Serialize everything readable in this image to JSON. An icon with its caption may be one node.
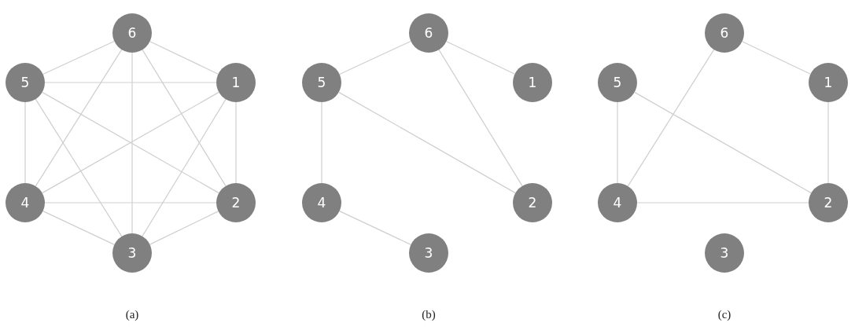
{
  "diagram": {
    "nodes": [
      {
        "text": [
          "6"
        ]
      },
      {
        "text": [
          "5"
        ]
      },
      {
        "text": [
          "1"
        ]
      },
      {
        "text": [
          "4"
        ]
      },
      {
        "text": [
          "2"
        ]
      },
      {
        "text": [
          "3"
        ]
      },
      {
        "text": [
          "6"
        ]
      },
      {
        "text": [
          "5"
        ]
      },
      {
        "text": [
          "1"
        ]
      },
      {
        "text": [
          "4"
        ]
      },
      {
        "text": [
          "2"
        ]
      },
      {
        "text": [
          "3"
        ]
      },
      {
        "text": [
          "6"
        ]
      },
      {
        "text": [
          "5"
        ]
      },
      {
        "text": [
          "1"
        ]
      },
      {
        "text": [
          "4"
        ]
      },
      {
        "text": [
          "2"
        ]
      },
      {
        "text": [
          "3"
        ]
      }
    ],
    "edges": [
      {
        "from": 0,
        "to": 1,
        "arrow": "none"
      },
      {
        "from": 0,
        "to": 2,
        "arrow": "none"
      },
      {
        "from": 0,
        "to": 3,
        "arrow": "none"
      },
      {
        "from": 0,
        "to": 4,
        "arrow": "none"
      },
      {
        "from": 0,
        "to": 5,
        "arrow": "none"
      },
      {
        "from": 1,
        "to": 2,
        "arrow": "none"
      },
      {
        "from": 1,
        "to": 3,
        "arrow": "none"
      },
      {
        "from": 1,
        "to": 4,
        "arrow": "none"
      },
      {
        "from": 1,
        "to": 5,
        "arrow": "none"
      },
      {
        "from": 2,
        "to": 3,
        "arrow": "none"
      },
      {
        "from": 2,
        "to": 4,
        "arrow": "none"
      },
      {
        "from": 2,
        "to": 5,
        "arrow": "none"
      },
      {
        "from": 3,
        "to": 4,
        "arrow": "none"
      },
      {
        "from": 3,
        "to": 5,
        "arrow": "none"
      },
      {
        "from": 4,
        "to": 5,
        "arrow": "none"
      },
      {
        "from": 7,
        "to": 6,
        "arrow": "none"
      },
      {
        "from": 6,
        "to": 8,
        "arrow": "none"
      },
      {
        "from": 7,
        "to": 10,
        "arrow": "none"
      },
      {
        "from": 6,
        "to": 10,
        "arrow": "none"
      },
      {
        "from": 7,
        "to": 9,
        "arrow": "none"
      },
      {
        "from": 9,
        "to": 11,
        "arrow": "none"
      },
      {
        "from": 12,
        "to": 14,
        "arrow": "none"
      },
      {
        "from": 14,
        "to": 16,
        "arrow": "none"
      },
      {
        "from": 13,
        "to": 15,
        "arrow": "none"
      },
      {
        "from": 13,
        "to": 16,
        "arrow": "none"
      },
      {
        "from": 12,
        "to": 15,
        "arrow": "none"
      },
      {
        "from": 15,
        "to": 16,
        "arrow": "none"
      }
    ],
    "labels": [
      "(a)",
      "(b)",
      "(c)"
    ]
  }
}
